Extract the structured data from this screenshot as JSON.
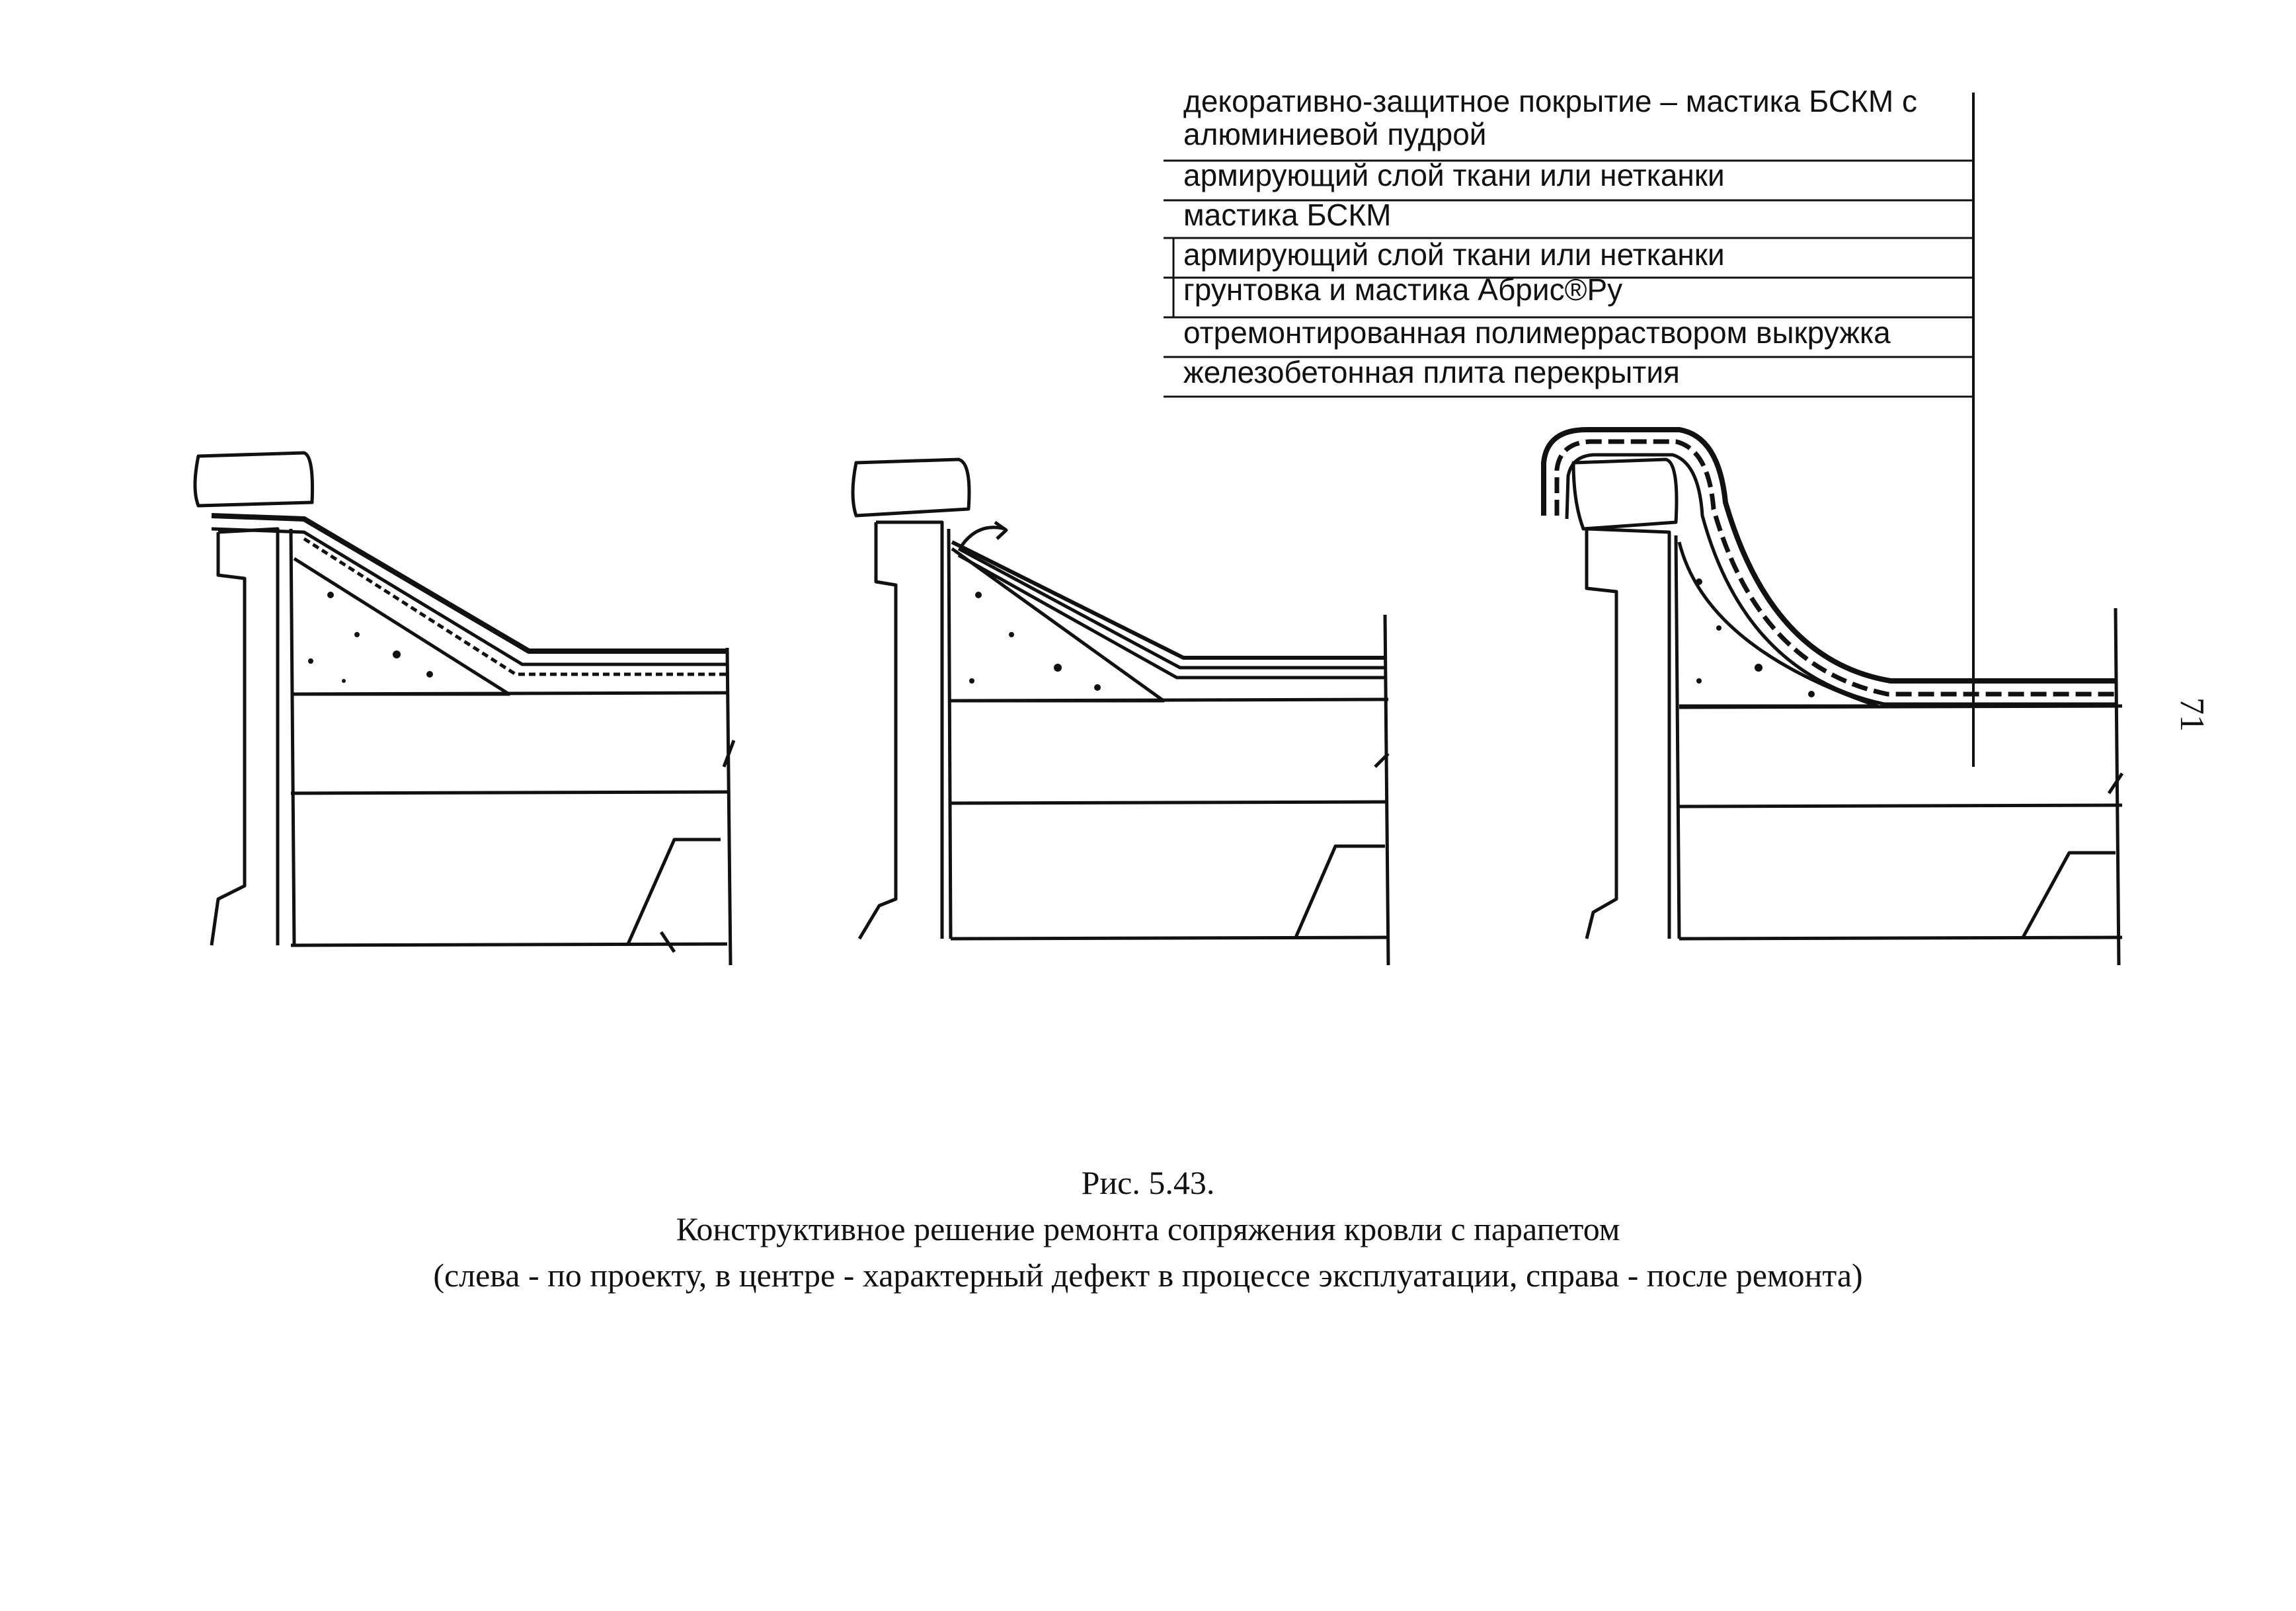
{
  "legend": {
    "layers": [
      "декоративно-защитное покрытие – мастика БСКМ с",
      "алюминиевой пудрой",
      "армирующий слой ткани или нетканки",
      "мастика БСКМ",
      "армирующий слой ткани или нетканки",
      "грунтовка и мастика Абрис®Ру",
      "отремонтированная полимерраствором выкружка",
      "железобетонная плита перекрытия"
    ]
  },
  "caption": {
    "figure_number": "Рис. 5.43.",
    "title": "Конструктивное решение ремонта сопряжения кровли с парапетом",
    "subtitle": "(слева - по проекту, в центре - характерный дефект в процессе эксплуатации, справа - после ремонта)"
  },
  "page_number": "71",
  "colors": {
    "ink": "#111111",
    "paper": "#ffffff"
  }
}
